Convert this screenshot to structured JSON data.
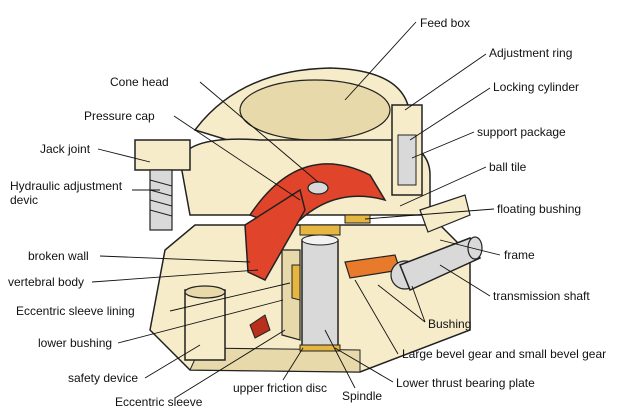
{
  "colors": {
    "body": "#f6ecc9",
    "body_dark": "#e7d9aa",
    "red": "#e0442a",
    "red_dark": "#b8301c",
    "outline": "#222222",
    "steel": "#d9d9d9",
    "gold": "#e6b740",
    "orange": "#e87a2c"
  },
  "labels": {
    "feed_box": "Feed box",
    "adjustment_ring": "Adjustment ring",
    "cone_head": "Cone head",
    "locking_cylinder": "Locking cylinder",
    "pressure_cap": "Pressure cap",
    "support_package": "support package",
    "jack_joint": "Jack joint",
    "ball_tile": "ball tile",
    "hydraulic_adjustment_line1": "Hydraulic adjustment",
    "hydraulic_adjustment_line2": "devic",
    "floating_bushing": "floating bushing",
    "broken_wall": "broken wall",
    "frame": "frame",
    "vertebral_body": "vertebral body",
    "transmission_shaft": "transmission shaft",
    "eccentric_sleeve_lining": "Eccentric sleeve lining",
    "bushing": "Bushing",
    "lower_bushing": "lower bushing",
    "bevel_gears": "Large bevel gear and small bevel gear",
    "safety_device": "safety device",
    "lower_thrust_bearing_plate": "Lower thrust bearing plate",
    "upper_friction_disc": "upper friction disc",
    "spindle": "Spindle",
    "eccentric_sleeve": "Eccentric sleeve"
  }
}
